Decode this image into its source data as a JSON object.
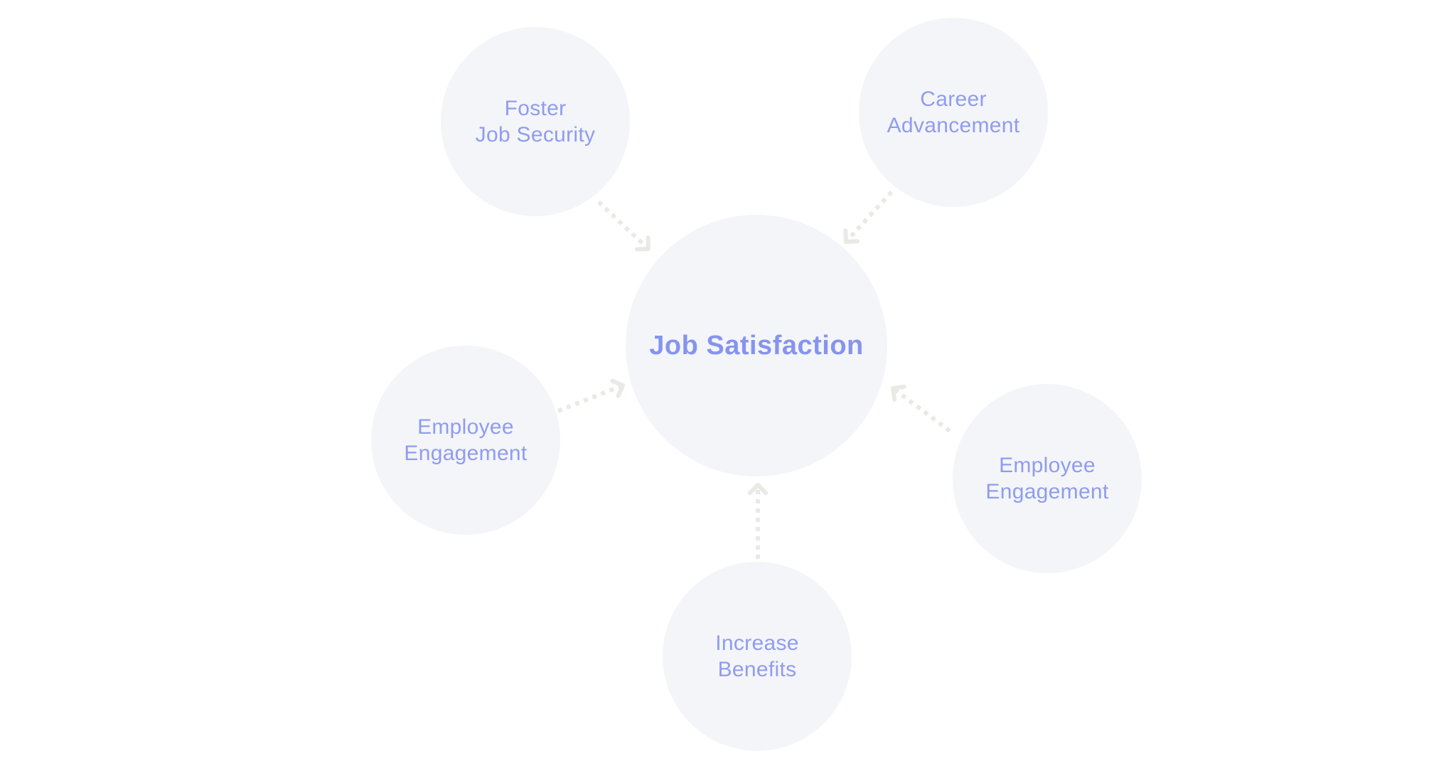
{
  "colors": {
    "node_fill": "#f4f5f9",
    "label_text": "#8f9cf0",
    "hub_text": "#8694ee",
    "arrow": "#e9e9e6"
  },
  "hub": {
    "label": "Job Satisfaction"
  },
  "nodes": [
    {
      "lines": [
        "Foster",
        "Job Security"
      ]
    },
    {
      "lines": [
        "Career",
        "Advancement"
      ]
    },
    {
      "lines": [
        "Employee",
        "Engagement"
      ]
    },
    {
      "lines": [
        "Employee",
        "Engagement"
      ]
    },
    {
      "lines": [
        "Increase",
        "Benefits"
      ]
    }
  ]
}
